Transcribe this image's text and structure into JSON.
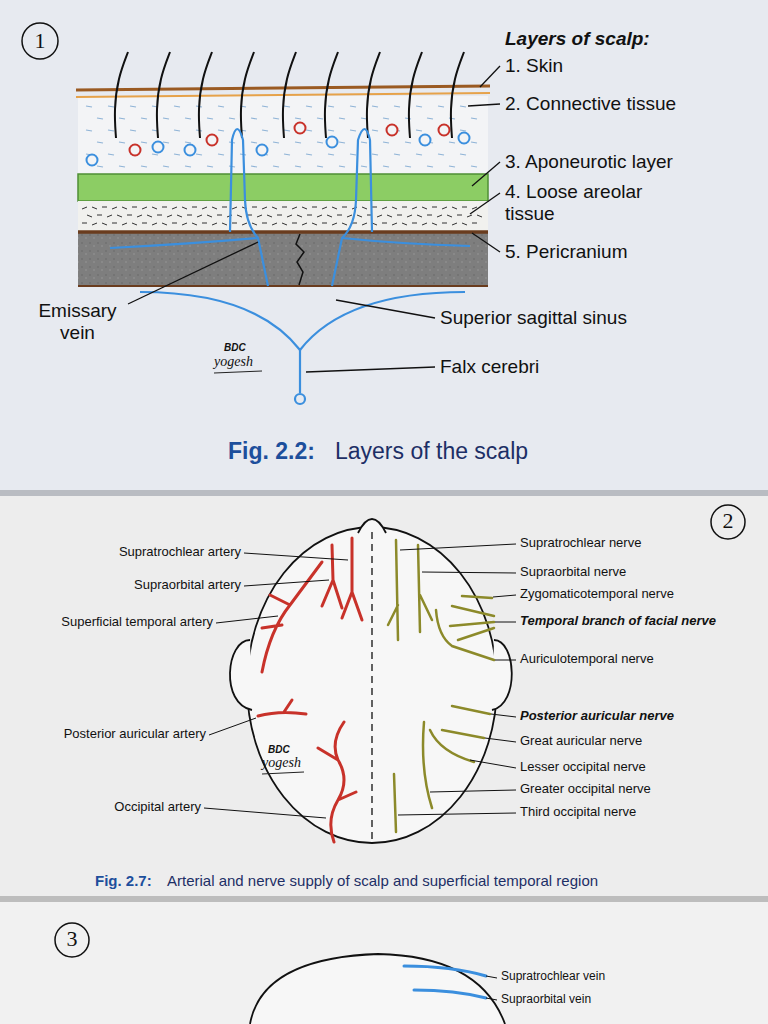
{
  "diagram": {
    "labels": [
      "1",
      "Layers of scalp:",
      "1. Skin",
      "2. Connective tissue",
      "3. Aponeurotic layer",
      "4. Loose areolar tissue",
      "5. Pericranium",
      "Emissary vein",
      "Superior sagittal sinus",
      "Falx cerebri",
      "BDC",
      "yogesh",
      "Fig. 2.2:",
      "Layers of the scalp",
      "2",
      "Supratrochlear artery",
      "Supraorbital artery",
      "Superficial temporal artery",
      "Posterior auricular artery",
      "Occipital artery",
      "Supratrochlear nerve",
      "Supraorbital nerve",
      "Zygomaticotemporal nerve",
      "Temporal branch of facial nerve",
      "Auriculotemporal nerve",
      "Posterior auricular nerve",
      "Great auricular nerve",
      "Lesser occipital nerve",
      "Greater occipital nerve",
      "Third occipital nerve",
      "BDC",
      "yogesh",
      "Fig. 2.7:",
      "Arterial and nerve supply of scalp and superficial temporal region",
      "3",
      "Supratrochlear vein",
      "Supraorbital vein"
    ]
  }
}
